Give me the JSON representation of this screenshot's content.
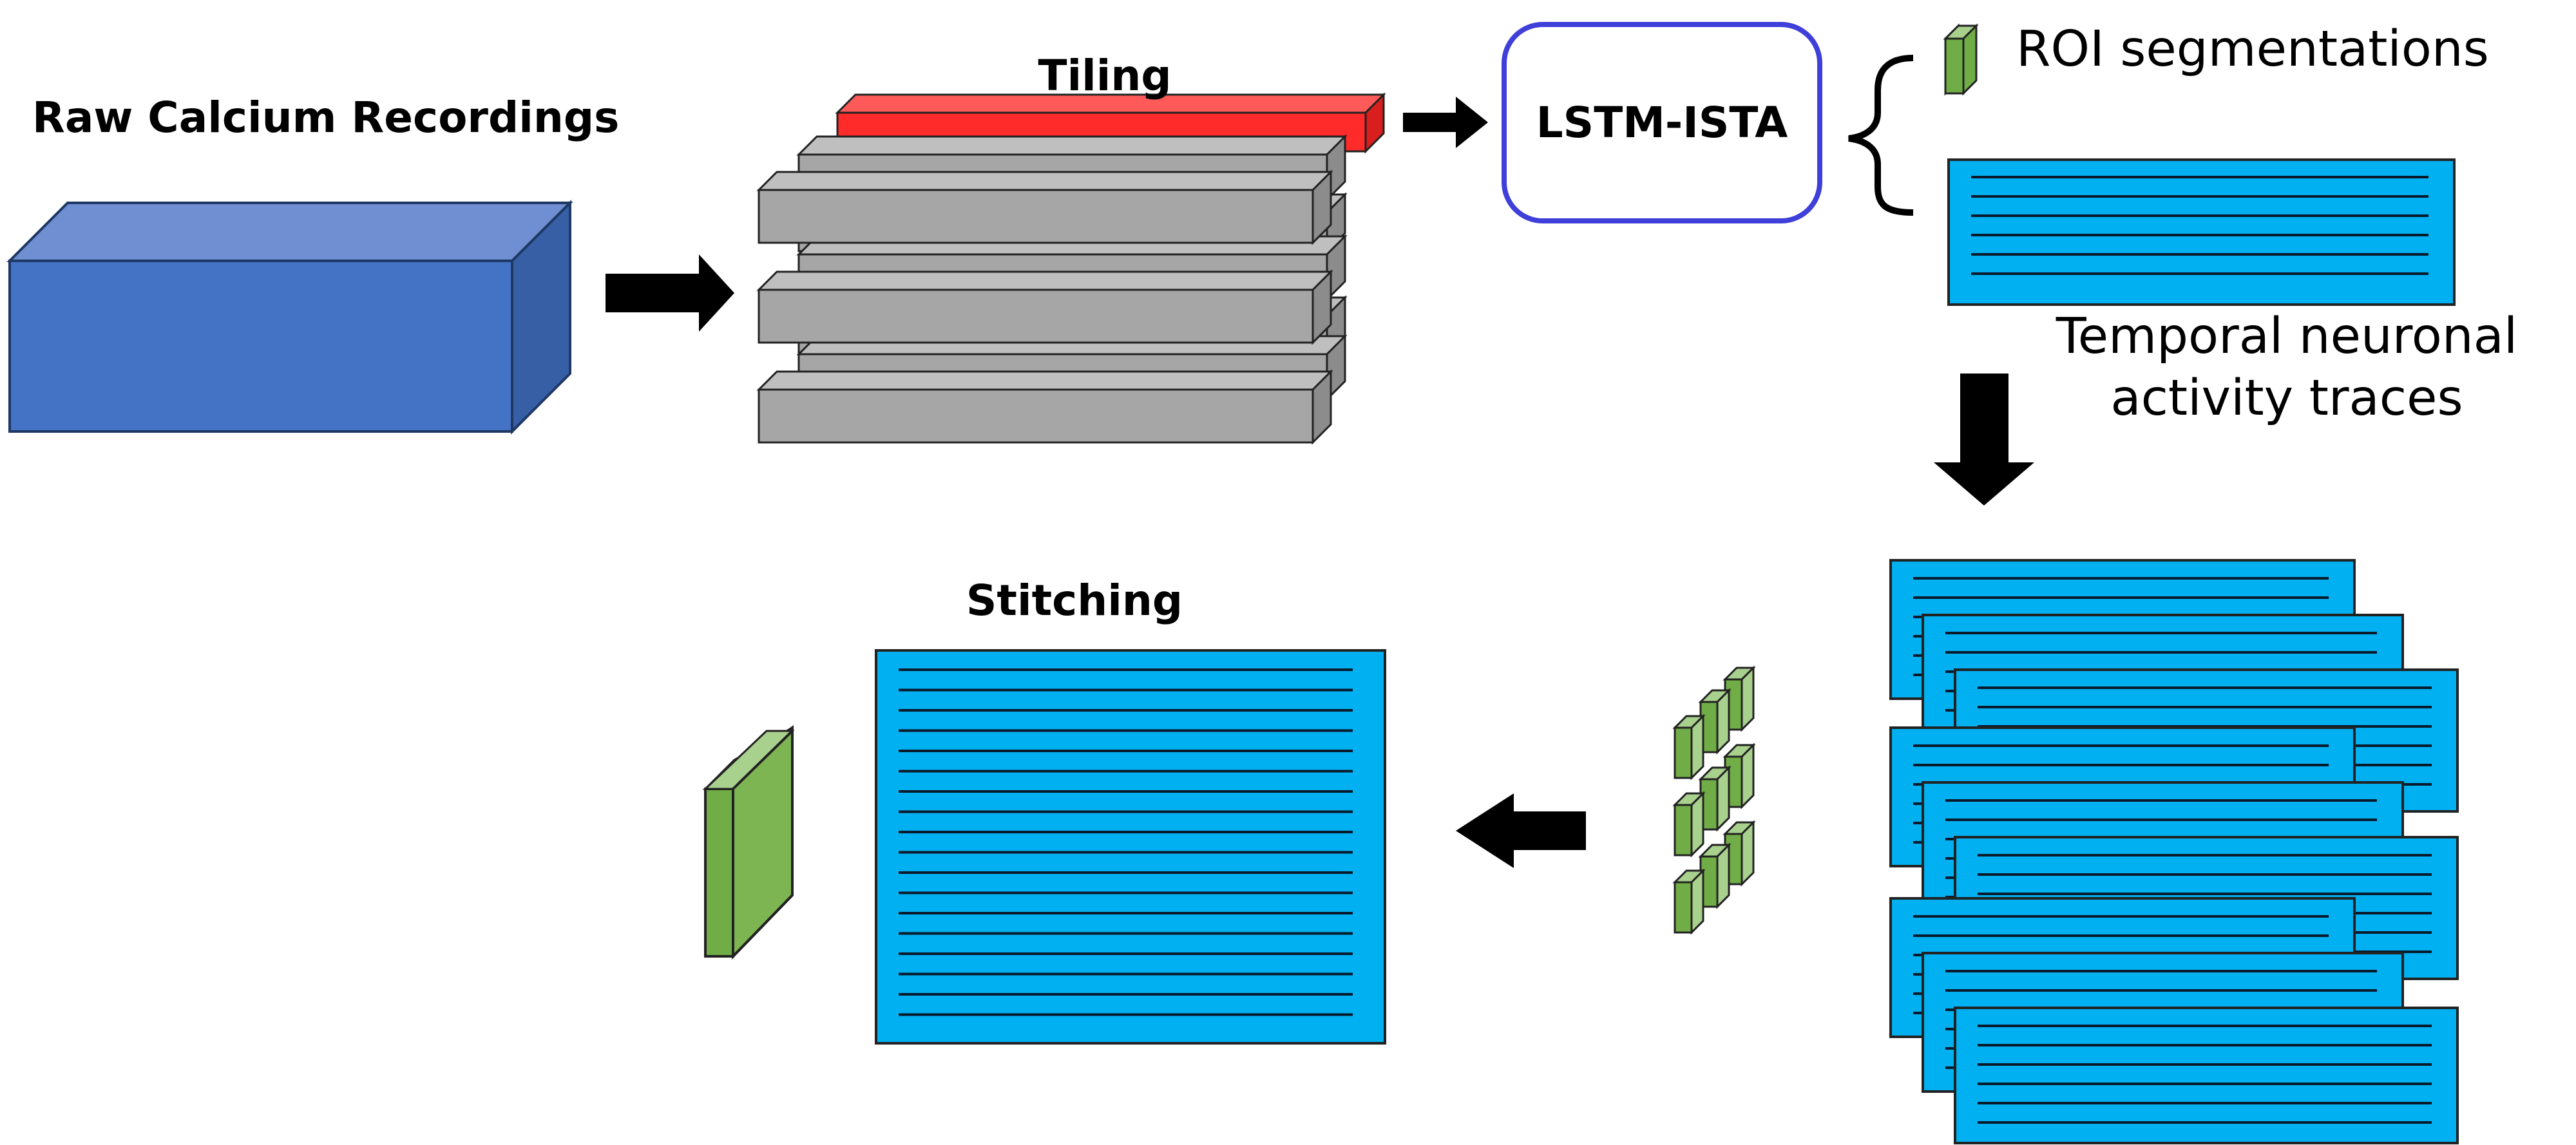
{
  "labels": {
    "raw": "Raw Calcium Recordings",
    "tiling": "Tiling",
    "model": "LSTM-ISTA",
    "roi": "ROI segmentations",
    "temporal_line1": "Temporal neuronal",
    "temporal_line2": "activity traces",
    "stitching": "Stitching"
  },
  "colors": {
    "cube_front": "#4472C4",
    "cube_top": "#6F8FD2",
    "cube_side": "#365FA6",
    "tile_grey": "#A6A6A6",
    "tile_highlight": "#FF2A2A",
    "model_border": "#3F3FD9",
    "trace_blue": "#00B0F0",
    "roi_green": "#70AD47",
    "roi_green_light": "#A9D18E",
    "arrow": "#000000"
  }
}
